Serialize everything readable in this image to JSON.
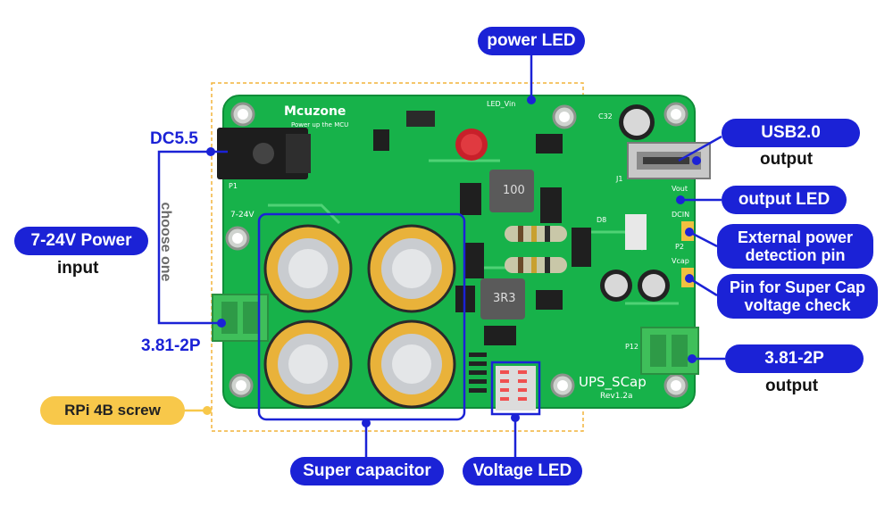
{
  "callouts": {
    "power_led": "power LED",
    "usb": "USB2.0",
    "usb_sub": "output",
    "output_led": "output LED",
    "ext_power_1": "External power",
    "ext_power_2": "detection pin",
    "supercap_pin_1": "Pin for Super Cap",
    "supercap_pin_2": "voltage check",
    "out_connector": "3.81-2P",
    "out_connector_sub": "output",
    "dc_jack": "DC5.5",
    "choose_one": "choose one",
    "power_input": "7-24V Power",
    "power_input_sub": "input",
    "in_connector": "3.81-2P",
    "rpi_screw": "RPi 4B screw",
    "super_capacitor": "Super capacitor",
    "voltage_led": "Voltage LED"
  },
  "board": {
    "brand": "Mcuzone",
    "tagline": "Power up the MCU",
    "name": "UPS_SCap",
    "rev": "Rev1.2a",
    "inductor_1": "100",
    "inductor_2": "3R3",
    "input_range": "7-24V",
    "label_p1": "P1",
    "label_j1": "J1",
    "label_p2": "P2",
    "label_p12": "P12",
    "label_dcin": "DCIN",
    "label_vcap": "Vcap",
    "label_vout": "Vout",
    "label_led_vin": "LED_Vin",
    "label_c32": "C32",
    "label_d8": "D8"
  },
  "colors": {
    "callout_blue": "#1b22d6",
    "pcb_green": "#17b24a",
    "screw_yellow": "#f8c84a",
    "cap_gold": "#e9b23a"
  }
}
